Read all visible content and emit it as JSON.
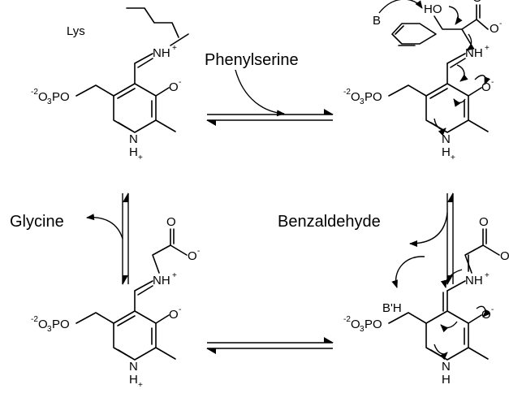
{
  "reagents": {
    "phenylserine": "Phenylserine",
    "glycine": "Glycine",
    "benzaldehyde": "Benzaldehyde"
  },
  "atoms": {
    "lys": "Lys",
    "nh": "NH",
    "plus": "+",
    "o": "O",
    "minus": "-",
    "ho": "HO",
    "b": "B",
    "bh": "B'H",
    "n": "N",
    "h": "H",
    "phosphate_charge": "-2",
    "phosphate_o": "O",
    "phosphate_sub": "3",
    "phosphate_po": "PO"
  }
}
